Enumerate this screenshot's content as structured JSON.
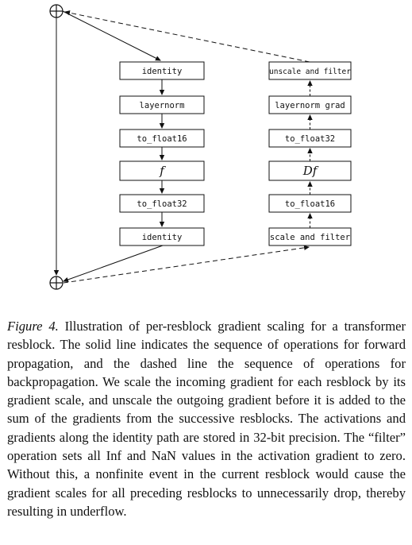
{
  "forward_blocks": [
    "identity",
    "layernorm",
    "to_float16",
    "f",
    "to_float32",
    "identity"
  ],
  "backward_blocks": [
    "unscale and filter",
    "layernorm grad",
    "to_float32",
    "Df",
    "to_float16",
    "scale and filter"
  ],
  "caption": {
    "label": "Figure 4.",
    "text": "Illustration of per-resblock gradient scaling for a transformer resblock. The solid line indicates the sequence of operations for forward propagation, and the dashed line the sequence of operations for backpropagation. We scale the incoming gradient for each resblock by its gradient scale, and unscale the outgoing gradient before it is added to the sum of the gradients from the successive resblocks. The activations and gradients along the identity path are stored in 32-bit precision. The “filter” operation sets all Inf and NaN values in the activation gradient to zero. Without this, a nonfinite event in the current resblock would cause the gradient scales for all preceding resblocks to unnecessarily drop, thereby resulting in underflow."
  }
}
